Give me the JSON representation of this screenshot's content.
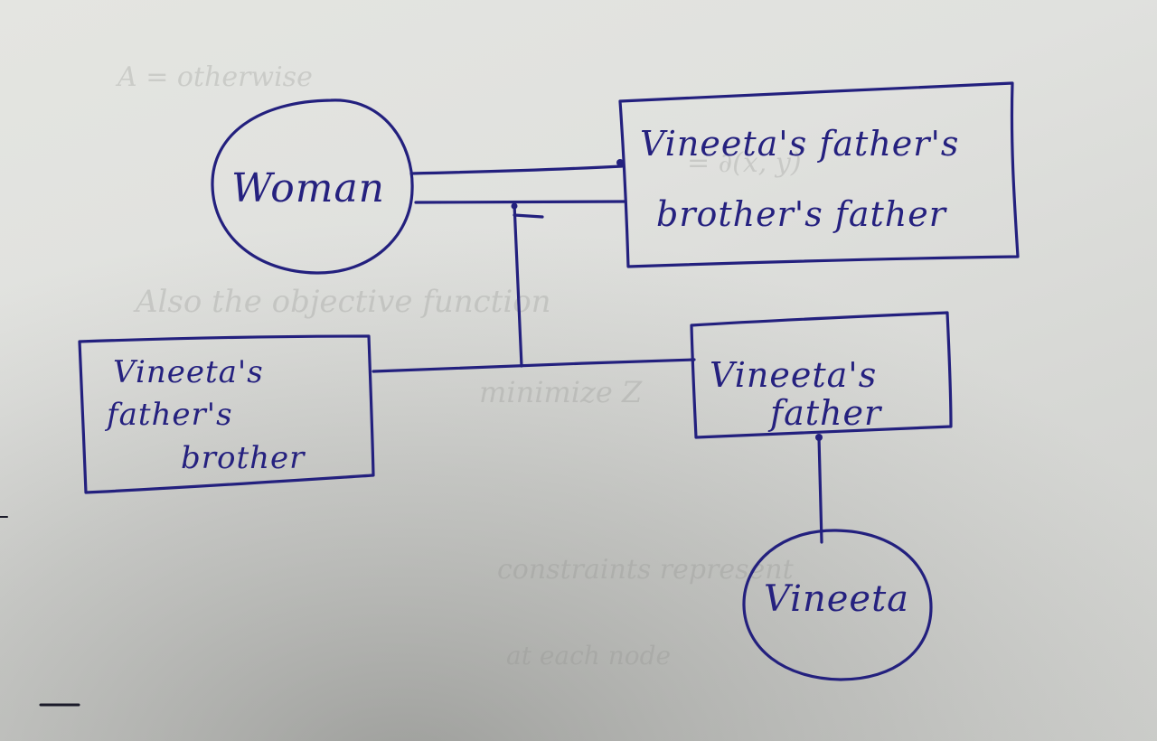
{
  "nodes": {
    "woman": {
      "label": "Woman"
    },
    "grandfather": {
      "line1": "Vineeta's father's",
      "line2": "brother's father"
    },
    "uncle": {
      "line1": "Vineeta's",
      "line2": "father's",
      "line3": "brother"
    },
    "father": {
      "line1": "Vineeta's",
      "line2": "father"
    },
    "vineeta": {
      "label": "Vineeta"
    }
  },
  "colors": {
    "ink": "#23207e",
    "paper": "#e2e3e0"
  }
}
